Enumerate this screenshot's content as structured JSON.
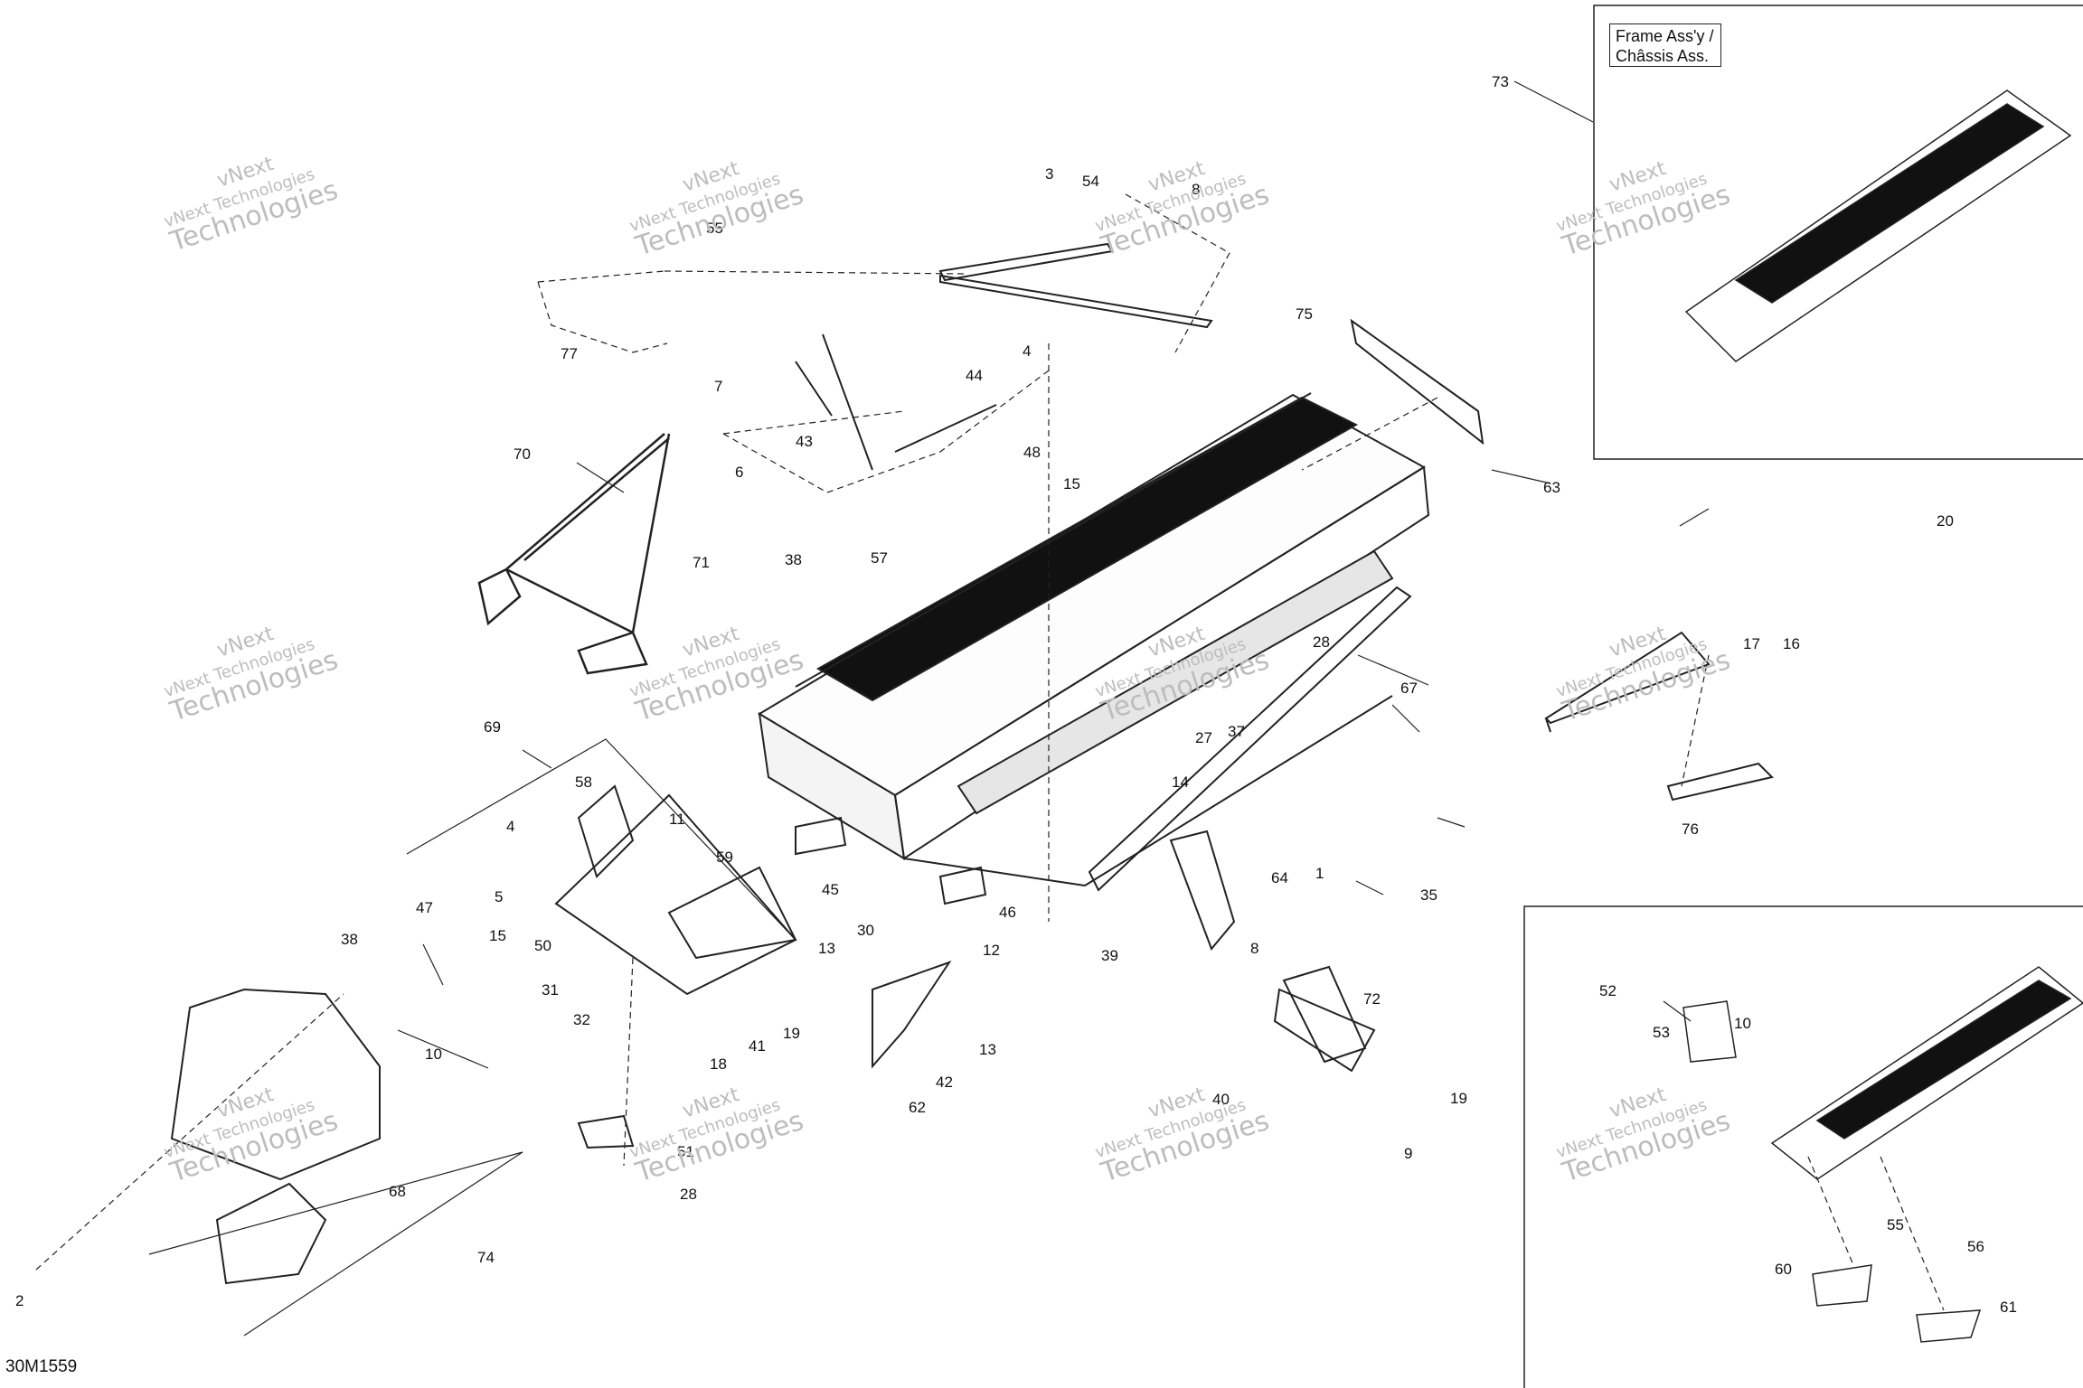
{
  "inset": {
    "caption_line1": "Frame Ass'y /",
    "caption_line2": "Châssis Ass."
  },
  "drawing_code": "30M1559",
  "watermark": {
    "line1": "vNext",
    "line2": "vNext Technologies",
    "line3": "Technologies"
  },
  "callouts": [
    "1",
    "2",
    "3",
    "4",
    "4",
    "5",
    "6",
    "7",
    "8",
    "8",
    "9",
    "10",
    "10",
    "11",
    "12",
    "13",
    "13",
    "14",
    "15",
    "15",
    "16",
    "17",
    "18",
    "19",
    "19",
    "20",
    "27",
    "28",
    "28",
    "30",
    "31",
    "32",
    "35",
    "37",
    "38",
    "38",
    "39",
    "40",
    "41",
    "42",
    "43",
    "44",
    "45",
    "46",
    "47",
    "48",
    "50",
    "51",
    "52",
    "53",
    "54",
    "55",
    "55",
    "56",
    "57",
    "58",
    "59",
    "60",
    "61",
    "62",
    "63",
    "64",
    "67",
    "68",
    "69",
    "70",
    "71",
    "72",
    "73",
    "74",
    "75",
    "76",
    "77"
  ],
  "colors": {
    "line": "#222222",
    "watermark": "#bdbdbd",
    "background": "#ffffff"
  }
}
